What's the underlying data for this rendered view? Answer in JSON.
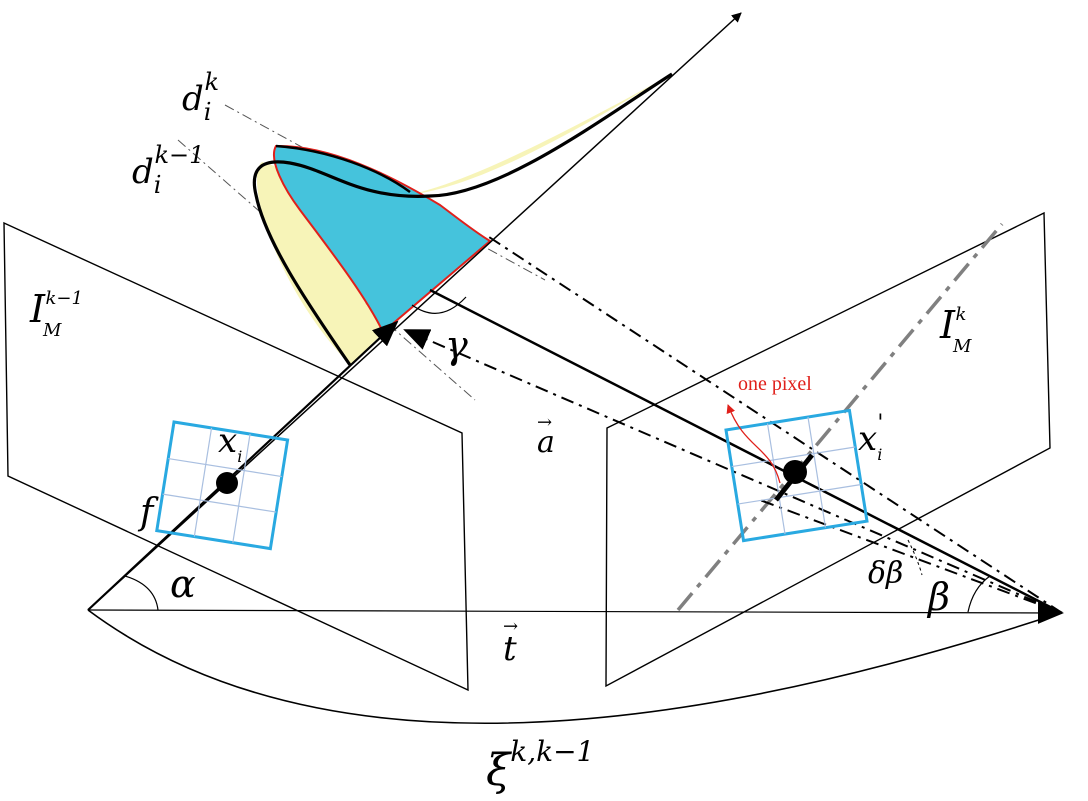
{
  "labels": {
    "depth_k": "d",
    "depth_k_sub": "i",
    "depth_k_sup": "k",
    "depth_km1": "d",
    "depth_km1_sub": "i",
    "depth_km1_sup": "k−1",
    "image_prev": "I",
    "image_prev_sub": "M",
    "image_prev_sup": "k−1",
    "image_cur": "I",
    "image_cur_sub": "M",
    "image_cur_sup": "k",
    "gamma": "γ",
    "alpha": "α",
    "beta": "β",
    "delta_beta": "δβ",
    "focal": "f",
    "pixel_prev": "x",
    "pixel_prev_sub": "i",
    "pixel_cur": "x",
    "pixel_cur_sub": "i",
    "pixel_cur_prime": "'",
    "vec_a": "a",
    "vec_t": "t",
    "vec_arrow": "→",
    "xi": "ξ",
    "xi_sup": "k,k−1",
    "one_pixel": "one pixel"
  },
  "colors": {
    "line": "#000000",
    "fill_yellow": "#f7f4b8",
    "fill_blue": "#45c3dc",
    "outline_red": "#e0201b",
    "grid_blue": "#29a9e1",
    "grid_light": "#a9bfe0",
    "dash_gray": "#808080"
  }
}
